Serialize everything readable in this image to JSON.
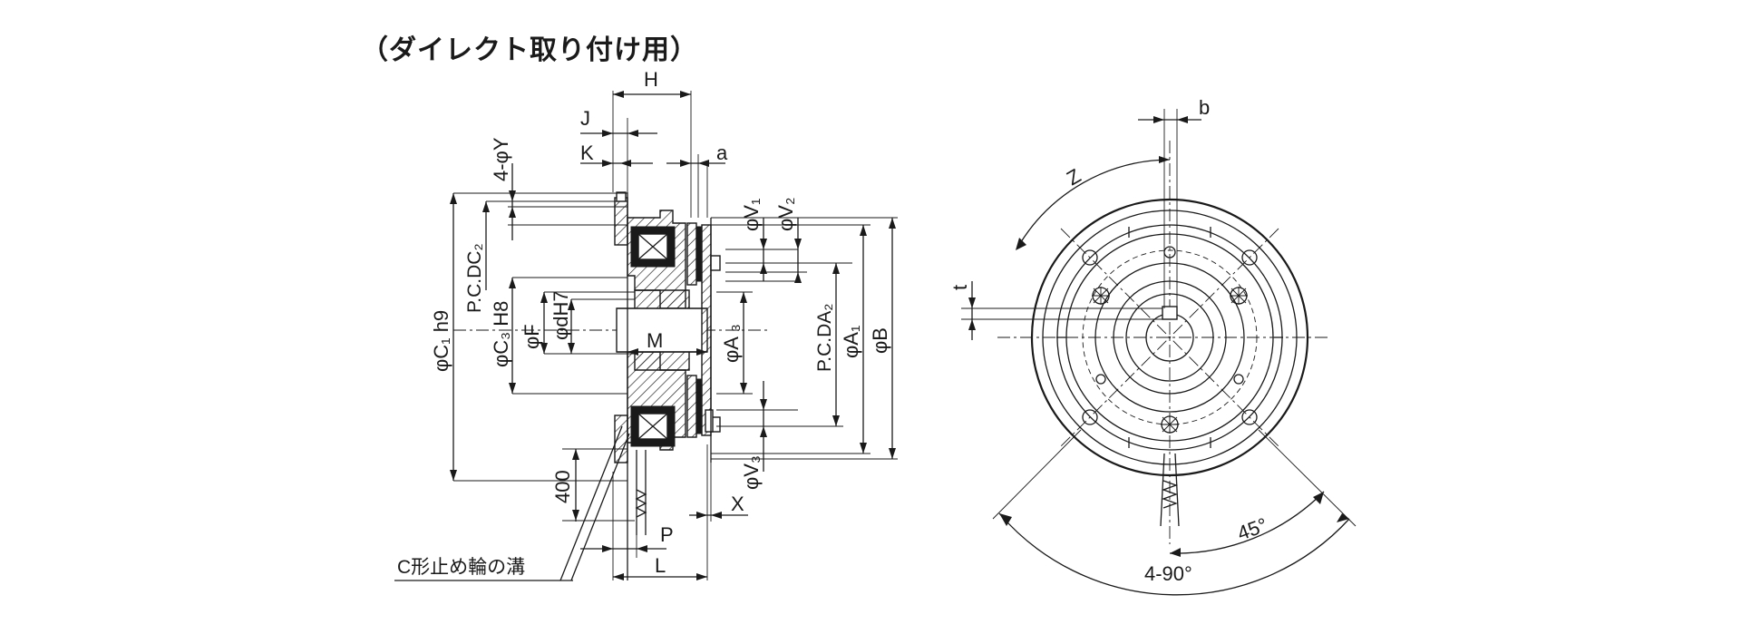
{
  "title": "（ダイレクト取り付け用）",
  "side_view": {
    "labels": {
      "H": "H",
      "J": "J",
      "K": "K",
      "a": "a",
      "Y": "4-φY",
      "C2": "P.C.DC₂",
      "C1": "φC₁ h9",
      "C3": "φC₃ H8",
      "F": "φF",
      "d": "φdH7",
      "M": "M",
      "A3": "φA ₃",
      "V1": "φV₁",
      "V2": "φV₂",
      "V3": "φV₃",
      "A2": "P.C.DA₂",
      "A1": "φA₁",
      "B": "φB",
      "lead": "400",
      "X": "X",
      "P": "P",
      "L": "L",
      "groove": "C形止め輪の溝"
    }
  },
  "front_view": {
    "labels": {
      "b": "b",
      "Z": "Z",
      "t": "t",
      "angle45": "45°",
      "angle90": "4-90°"
    }
  }
}
